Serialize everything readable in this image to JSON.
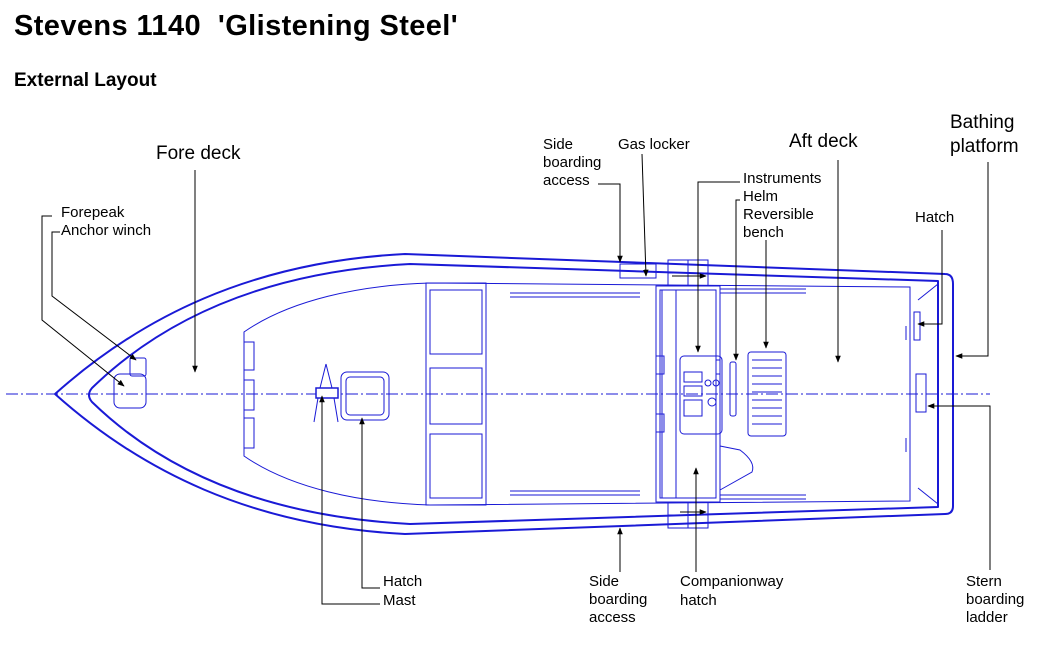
{
  "title": "Stevens 1140  'Glistening Steel'",
  "subtitle": "External Layout",
  "labels": {
    "fore_deck": "Fore deck",
    "aft_deck": "Aft deck",
    "bathing_1": "Bathing",
    "bathing_2": "platform",
    "forepeak": "Forepeak",
    "anchor_winch": "Anchor winch",
    "side_boarding_top_1": "Side",
    "side_boarding_top_2": "boarding",
    "side_boarding_top_3": "access",
    "gas_locker": "Gas locker",
    "instruments": "Instruments",
    "helm": "Helm",
    "reversible_1": "Reversible",
    "reversible_2": "bench",
    "hatch_stern": "Hatch",
    "hatch_fore": "Hatch",
    "mast": "Mast",
    "side_boarding_bot_1": "Side",
    "side_boarding_bot_2": "boarding",
    "side_boarding_bot_3": "access",
    "companionway_1": "Companionway",
    "companionway_2": "hatch",
    "stern_ladder_1": "Stern",
    "stern_ladder_2": "boarding",
    "stern_ladder_3": "ladder"
  },
  "colors": {
    "hull_line": "#1a1ad6",
    "leader": "#000000"
  }
}
